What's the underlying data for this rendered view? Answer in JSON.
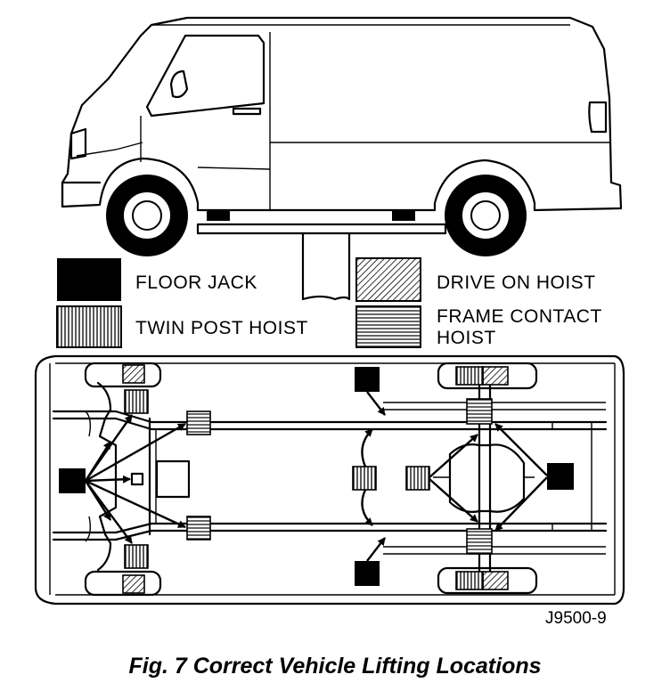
{
  "legend": {
    "floor_jack": "FLOOR JACK",
    "twin_post_hoist": "TWIN POST HOIST",
    "drive_on_hoist": "DRIVE ON HOIST",
    "frame_contact_hoist_line1": "FRAME CONTACT",
    "frame_contact_hoist_line2": "HOIST"
  },
  "figure_code": "J9500-9",
  "caption": "Fig. 7 Correct Vehicle Lifting Locations",
  "colors": {
    "ink": "#000000",
    "paper": "#ffffff"
  }
}
